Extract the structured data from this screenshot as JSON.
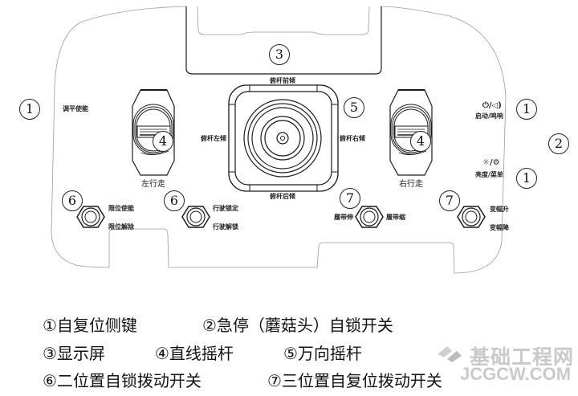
{
  "panel": {
    "side_label_left": "调平使能",
    "display_marker": "3",
    "joystick": {
      "marker": "5",
      "front": "俯杆前倾",
      "back": "俯杆后倾",
      "left": "俯杆左倾",
      "right": "俯杆右倾"
    },
    "left_linear_stick": {
      "marker": "4",
      "label": "左行走"
    },
    "right_linear_stick": {
      "marker": "4",
      "label": "右行走"
    },
    "side_key_left": {
      "marker": "1"
    },
    "side_key_right_top": {
      "marker": "1",
      "icon_text": "⏻/◁)",
      "label": "启动/鸣响"
    },
    "side_key_right_bottom": {
      "marker": "1",
      "icon_text": "☼/⚙",
      "label": "亮度/菜单"
    },
    "emergency_stop": {
      "marker": "2"
    },
    "toggles": [
      {
        "marker": "6",
        "up": "限位使能",
        "down": "限位解除"
      },
      {
        "marker": "6",
        "up": "行驶锁定",
        "down": "行驶解锁"
      },
      {
        "marker": "7",
        "left": "履带伸",
        "right": "履带缩"
      },
      {
        "marker": "7",
        "up": "变幅升",
        "down": "变幅降"
      }
    ]
  },
  "legend": {
    "row1": [
      "①自复位侧键",
      "②急停（蘑菇头）自锁开关"
    ],
    "row2": [
      "③显示屏",
      "④直线摇杆",
      "⑤万向摇杆"
    ],
    "row3": [
      "⑥二位置自锁拨动开关",
      "⑦三位置自复位拨动开关"
    ]
  },
  "watermark": {
    "cn": "基础工程网",
    "en": "JCGCW.COM"
  },
  "colors": {
    "line": "#1a1a1a",
    "outline": "#9a9a9a",
    "watermark": "#c9c9c9"
  }
}
